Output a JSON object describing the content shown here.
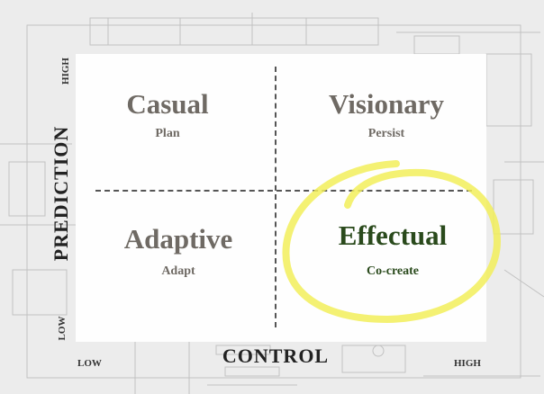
{
  "quadrants": {
    "top_left": {
      "title": "Casual",
      "subtitle": "Plan"
    },
    "top_right": {
      "title": "Visionary",
      "subtitle": "Persist"
    },
    "bottom_left": {
      "title": "Adaptive",
      "subtitle": "Adapt"
    },
    "bottom_right": {
      "title": "Effectual",
      "subtitle": "Co-create"
    }
  },
  "x_axis": {
    "title": "CONTROL",
    "low": "LOW",
    "high": "HIGH"
  },
  "y_axis": {
    "title": "PREDICTION",
    "low": "LOW",
    "high": "HIGH"
  },
  "highlighted_quadrant": "bottom_right",
  "colors": {
    "background": "#ececec",
    "panel": "#ffffff",
    "quadrant_text": "#6f6a64",
    "highlight_text": "#2a4a1c",
    "highlight_marker": "#f2ef5a",
    "divider": "#555555",
    "blueprint_lines": "#bcbcbc"
  }
}
